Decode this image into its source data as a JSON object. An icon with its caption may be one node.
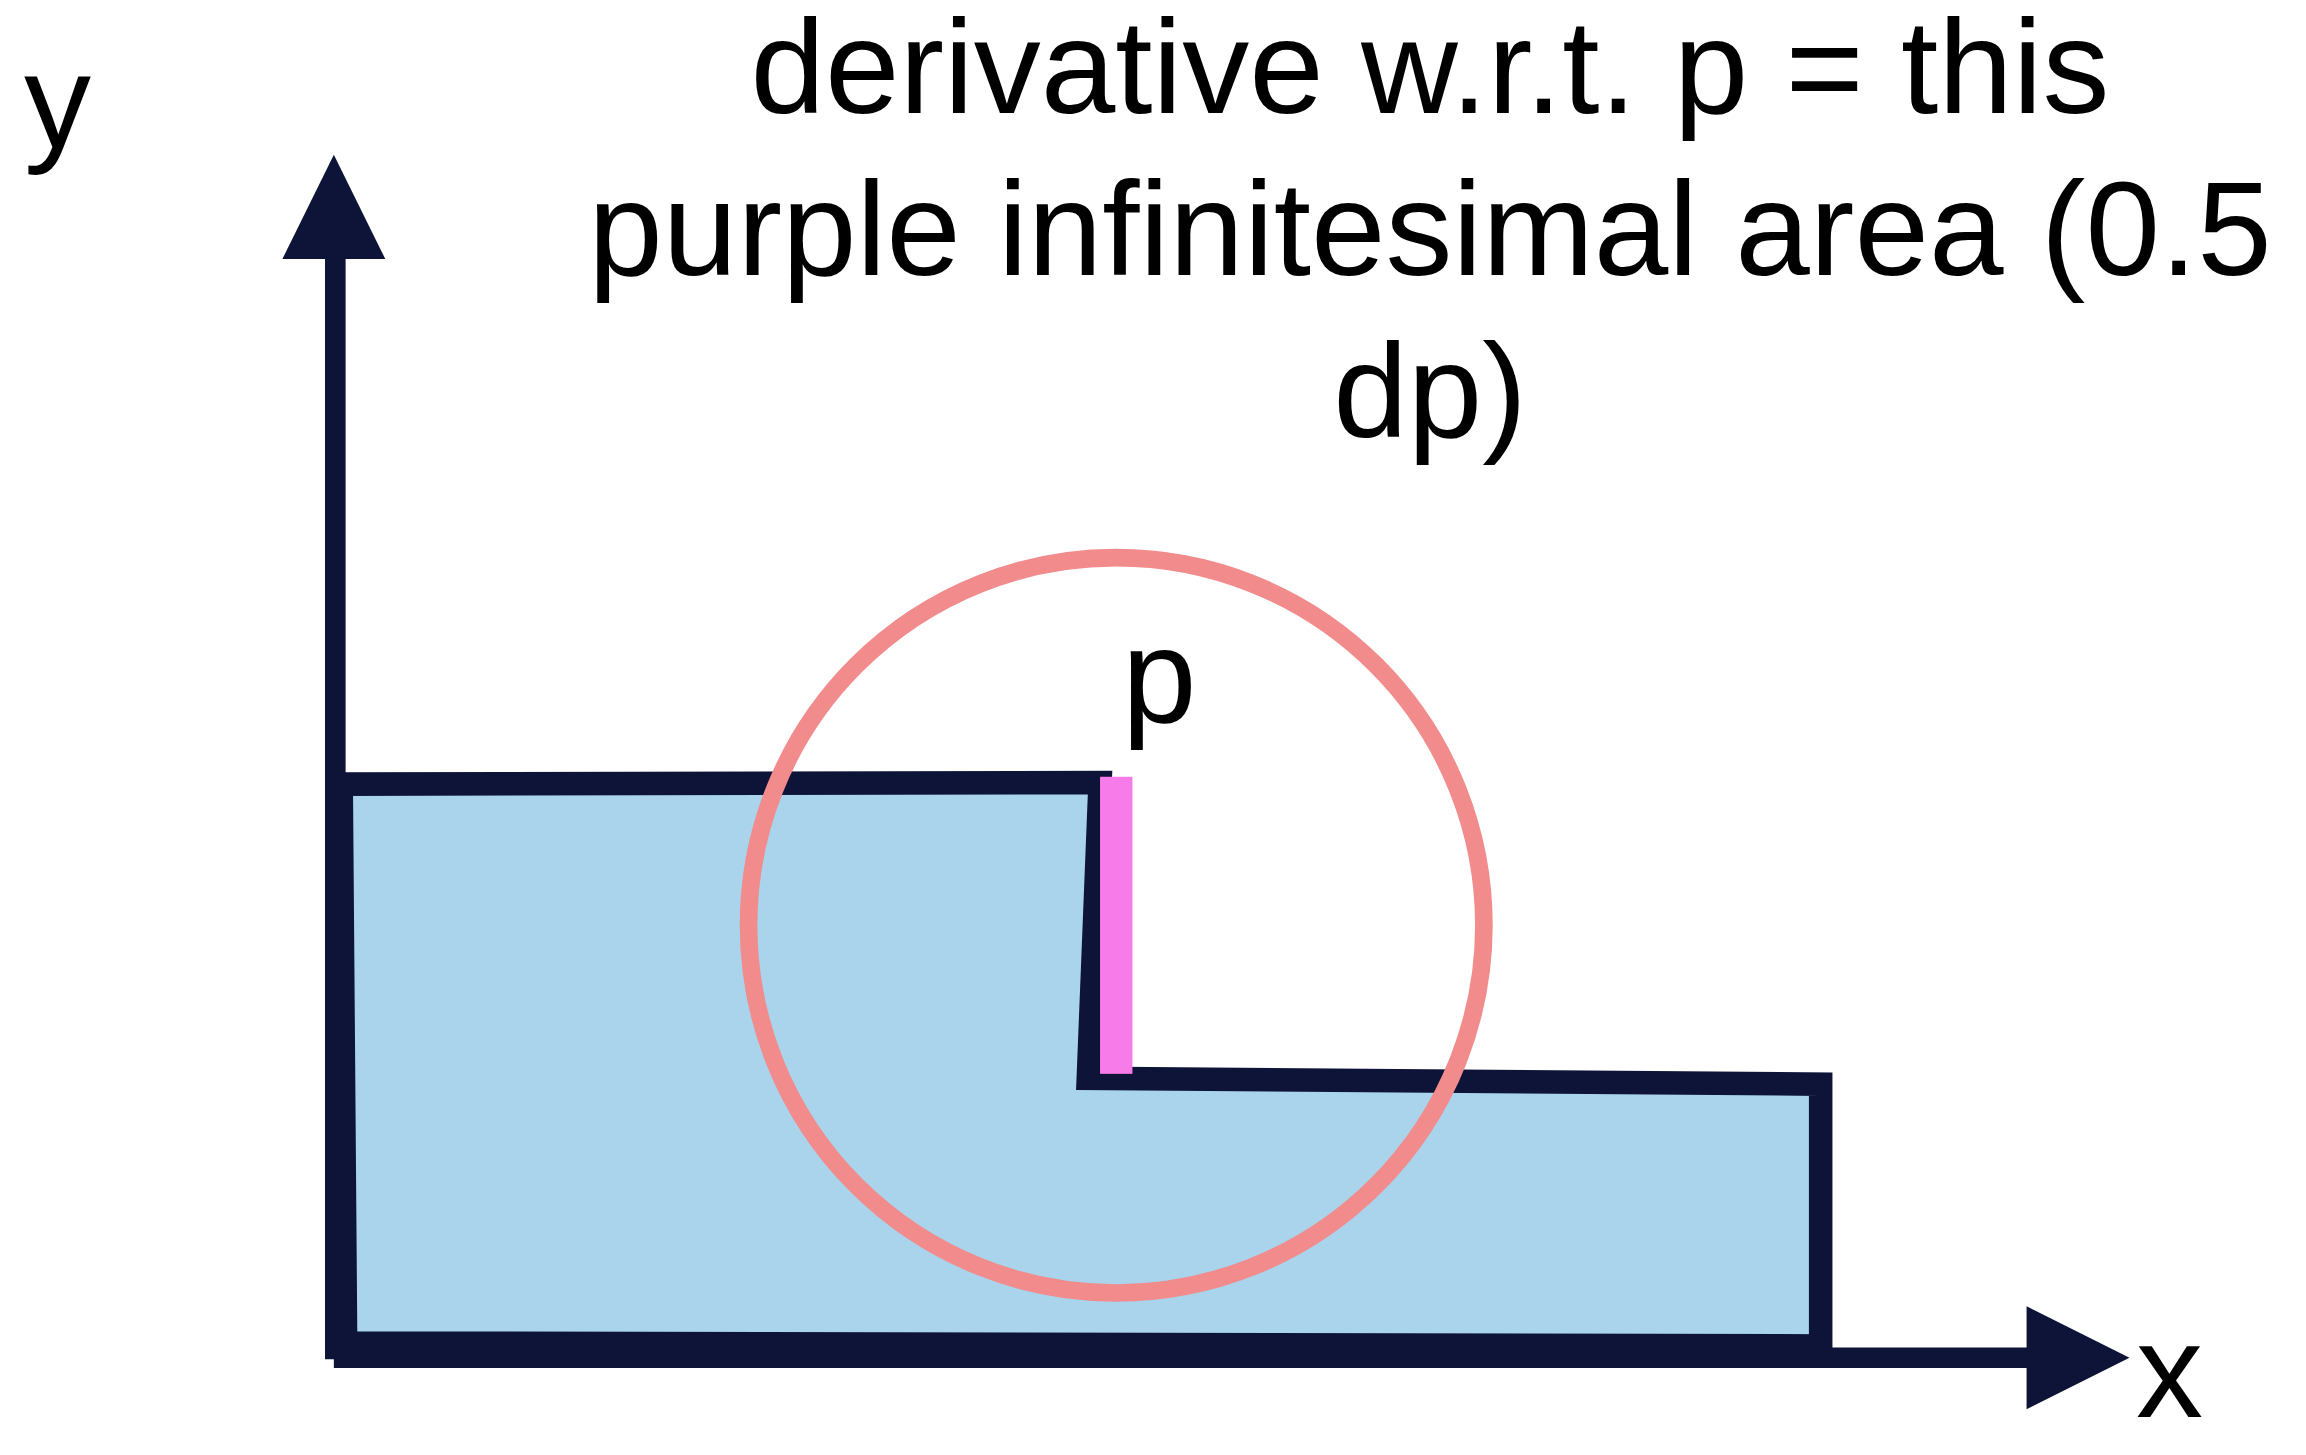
{
  "diagram": {
    "labels": [
      "derivative w.r.t. p = this purple infinitesimal area (0.5 dp)",
      "y",
      "p",
      "x"
    ]
  }
}
